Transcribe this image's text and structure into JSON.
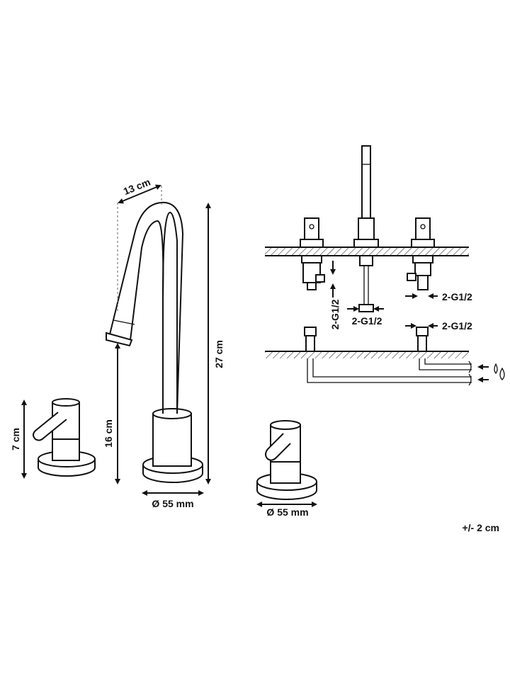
{
  "labels": {
    "spout_reach": "13 cm",
    "total_height": "27 cm",
    "spout_height": "16 cm",
    "handle_height": "7 cm",
    "base_diameter_spout": "Ø 55 mm",
    "base_diameter_handle": "Ø 55 mm",
    "connection_left_vertical": "2-G1/2",
    "connection_center": "2-G1/2",
    "connection_right_upper": "2-G1/2",
    "connection_right_lower": "2-G1/2",
    "tolerance": "+/- 2 cm"
  },
  "icons": {
    "water_drops": "water-drops-icon"
  }
}
